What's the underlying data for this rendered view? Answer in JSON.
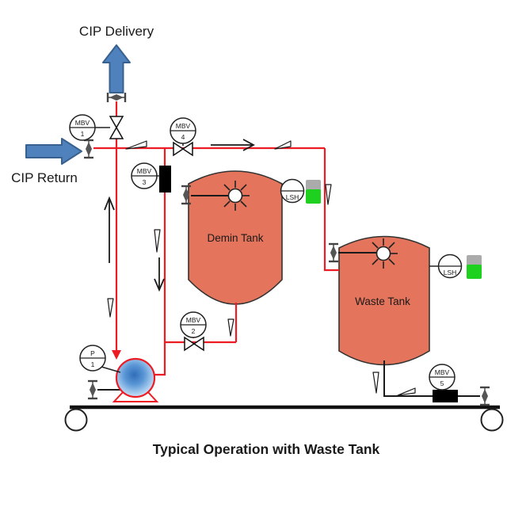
{
  "diagram": {
    "title": "Typical Operation with Waste Tank",
    "flows": {
      "cip_delivery": "CIP Delivery",
      "cip_return": "CIP Return"
    },
    "tanks": {
      "demin": "Demin Tank",
      "waste": "Waste Tank"
    },
    "instruments": {
      "mbv1": {
        "type": "MBV",
        "num": "1"
      },
      "mbv2": {
        "type": "MBV",
        "num": "2"
      },
      "mbv3": {
        "type": "MBV",
        "num": "3"
      },
      "mbv4": {
        "type": "MBV",
        "num": "4"
      },
      "mbv5": {
        "type": "MBV",
        "num": "5"
      },
      "p1": {
        "type": "P",
        "num": "1"
      },
      "lsh_demin": "LSH",
      "lsh_waste": "LSH"
    },
    "colors": {
      "pipe_red": "#ed1c24",
      "pipe_black": "#1a1a1a",
      "tank_fill": "#e4745b",
      "arrow_blue": "#4f81bd",
      "arrow_blue_border": "#38618f",
      "indicator_green": "#1fd11f",
      "indicator_gray": "#ababab",
      "pump_blue": "#3877c2"
    }
  }
}
